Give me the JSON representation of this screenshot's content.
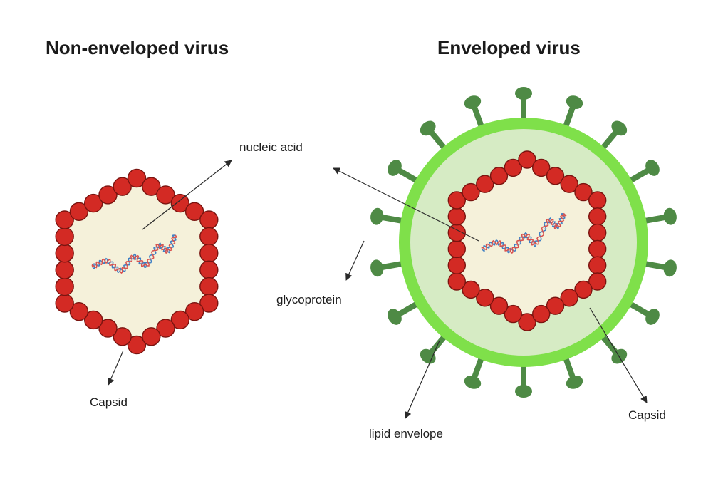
{
  "titles": {
    "non_enveloped": "Non-enveloped virus",
    "enveloped": "Enveloped virus"
  },
  "labels": {
    "nucleic_acid": "nucleic acid",
    "glycoprotein": "glycoprotein",
    "capsid_left": "Capsid",
    "capsid_right": "Capsid",
    "lipid_envelope": "lipid envelope"
  },
  "colors": {
    "capsomere_fill": "#d32a24",
    "capsomere_stroke": "#7a1410",
    "interior": "#f5f1da",
    "envelope_outer": "#7fe04a",
    "envelope_inner": "#d6ebc4",
    "spike": "#4e8a45",
    "arrow": "#2a2a2a",
    "dna_strand_1": "#3d7fc4",
    "dna_strand_2": "#d9534f"
  }
}
